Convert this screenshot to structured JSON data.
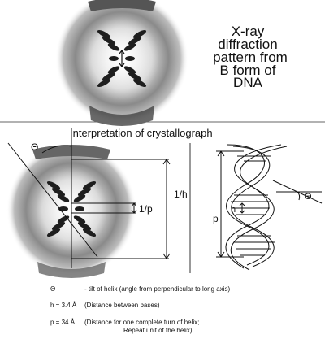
{
  "title_lines": [
    "X-ray",
    "diffraction",
    "pattern from",
    "B form of",
    "DNA"
  ],
  "interpretation_title": "Interpretation of crystallograph",
  "labels": {
    "theta": "Θ",
    "one_over_h": "1/h",
    "one_over_p": "1/p",
    "p": "p",
    "h": "h"
  },
  "legend": [
    {
      "symbol": "Θ",
      "text": "- tilt of helix  (angle from perpendicular to long axis)"
    },
    {
      "symbol": "h = 3.4 Å",
      "text": "(Distance between bases)"
    },
    {
      "symbol": "p = 34 Å",
      "text": "(Distance for one complete turn of helix;"
    },
    {
      "symbol": "",
      "text": "Repeat unit of the helix)"
    }
  ]
}
